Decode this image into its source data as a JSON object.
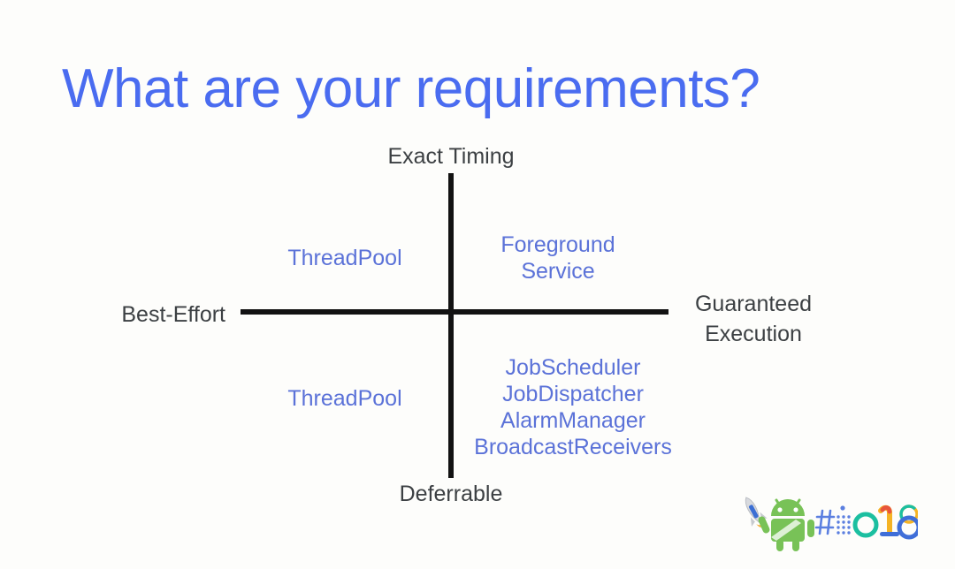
{
  "slide": {
    "title": "What are your requirements?",
    "background_color": "#fdfdfb",
    "title_color": "#4a6cf0",
    "axis_color": "#121212",
    "axis_label_color": "#3c4043",
    "quadrant_label_color": "#5b72d8"
  },
  "axes": {
    "top_label": "Exact Timing",
    "left_label": "Best-Effort",
    "right_label_line1": "Guaranteed",
    "right_label_line2": "Execution",
    "bottom_label": "Deferrable"
  },
  "quadrants": {
    "top_left": {
      "items": [
        "ThreadPool"
      ]
    },
    "top_right": {
      "items": [
        "Foreground",
        "Service"
      ]
    },
    "bottom_left": {
      "items": [
        "ThreadPool"
      ]
    },
    "bottom_right": {
      "items": [
        "JobScheduler",
        "JobDispatcher",
        "AlarmManager",
        "BroadcastReceivers"
      ]
    }
  },
  "logo": {
    "name": "google-io-2018-logo",
    "hashtag": "#io18",
    "android_color": "#78c257",
    "rocket_body_color": "#d8dade",
    "rocket_stripe_color": "#3b6fd4",
    "rocket_flame_color": "#f4a42a",
    "hash_color": "#5b7fe0",
    "o_color": "#1bbfa0",
    "one_color": "#f5b324",
    "eight_color": "#3f6ed8"
  },
  "chart_data": {
    "type": "scatter",
    "title": "What are your requirements?",
    "xlabel": "Best-Effort ↔ Guaranteed Execution",
    "ylabel": "Deferrable ↔ Exact Timing",
    "axis_ticks": {
      "x_left": "Best-Effort",
      "x_right": "Guaranteed Execution",
      "y_top": "Exact Timing",
      "y_bottom": "Deferrable"
    },
    "grid": false,
    "legend": "none",
    "quadrant_items": [
      {
        "quadrant": "top-left",
        "x": -1,
        "y": 1,
        "labels": [
          "ThreadPool"
        ]
      },
      {
        "quadrant": "top-right",
        "x": 1,
        "y": 1,
        "labels": [
          "Foreground Service"
        ]
      },
      {
        "quadrant": "bottom-left",
        "x": -1,
        "y": -1,
        "labels": [
          "ThreadPool"
        ]
      },
      {
        "quadrant": "bottom-right",
        "x": 1,
        "y": -1,
        "labels": [
          "JobScheduler",
          "JobDispatcher",
          "AlarmManager",
          "BroadcastReceivers"
        ]
      }
    ]
  }
}
